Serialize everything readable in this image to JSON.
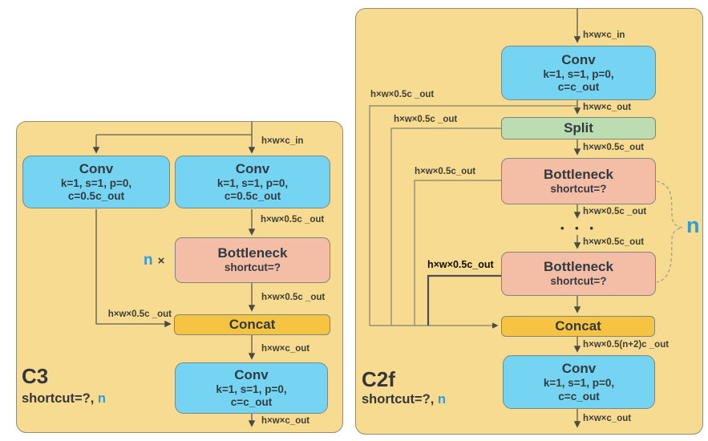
{
  "colors": {
    "panel_bg": "#f7db91",
    "conv_fill": "#74d4f2",
    "bottleneck_fill": "#f4bda6",
    "concat_fill": "#f6c342",
    "split_fill": "#bcdcb2",
    "accent_blue": "#2b9dd8"
  },
  "c3": {
    "title": "C3",
    "subtitle": "shortcut=?,",
    "subtitle_n": "n",
    "repeat_n": "n",
    "repeat_times": "×",
    "blocks": {
      "conv_left": {
        "name": "Conv",
        "l1": "k=1, s=1, p=0,",
        "l2": "c=0.5c_out"
      },
      "conv_right": {
        "name": "Conv",
        "l1": "k=1, s=1, p=0,",
        "l2": "c=0.5c_out"
      },
      "bottleneck": {
        "name": "Bottleneck",
        "l1": "shortcut=?"
      },
      "concat": {
        "name": "Concat"
      },
      "conv_out": {
        "name": "Conv",
        "l1": "k=1, s=1, p=0,",
        "l2": "c=c_out"
      }
    },
    "labels": {
      "input": "h×w×c_in",
      "conv_right_out": "h×w×0.5c _out",
      "bottleneck_out": "h×w×0.5c _out",
      "skip": "h×w×0.5c _out",
      "concat_out": "h×w×c_out",
      "output": "h×w×c_out"
    }
  },
  "c2f": {
    "title": "C2f",
    "subtitle": "shortcut=?,",
    "subtitle_n": "n",
    "brace_n": "n",
    "dots": "• • •",
    "blocks": {
      "conv_top": {
        "name": "Conv",
        "l1": "k=1, s=1, p=0,",
        "l2": "c=c_out"
      },
      "split": {
        "name": "Split"
      },
      "bottleneck1": {
        "name": "Bottleneck",
        "l1": "shortcut=?"
      },
      "bottleneck2": {
        "name": "Bottleneck",
        "l1": "shortcut=?"
      },
      "concat": {
        "name": "Concat"
      },
      "conv_out": {
        "name": "Conv",
        "l1": "k=1, s=1, p=0,",
        "l2": "c=c_out"
      }
    },
    "labels": {
      "input": "h×w×c_in",
      "conv_top_out": "h×w×c_out",
      "split_out": "h×w×0.5c_out",
      "branch1": "h×w×0.5c _out",
      "branch2": "h×w×0.5c _out",
      "branch3": "h×w×0.5c_out",
      "branch4": "h×w×0.5c_out",
      "bn1_out": "h×w×0.5c _out",
      "bn2_in": "h×w×0.5c_out",
      "concat_out": "h×w×0.5(n+2)c _out",
      "output": "h×w×c_out"
    }
  }
}
